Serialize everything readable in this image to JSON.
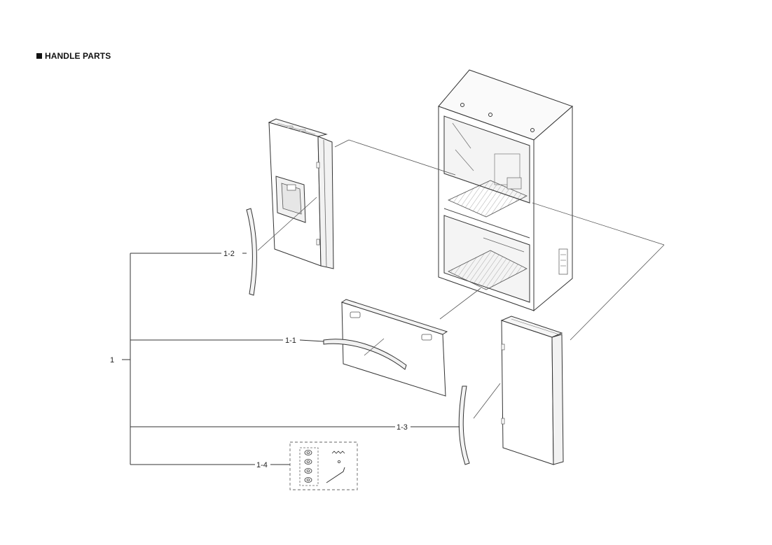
{
  "section": {
    "title": "HANDLE PARTS",
    "marker_icon": "filled-square-icon"
  },
  "callouts": {
    "main": "1",
    "item_1_1": "1-1",
    "item_1_2": "1-2",
    "item_1_3": "1-3",
    "item_1_4": "1-4"
  },
  "colors": {
    "line": "#333333",
    "thin_line": "#555555",
    "part_fill": "#ffffff",
    "accent": "#111111"
  }
}
